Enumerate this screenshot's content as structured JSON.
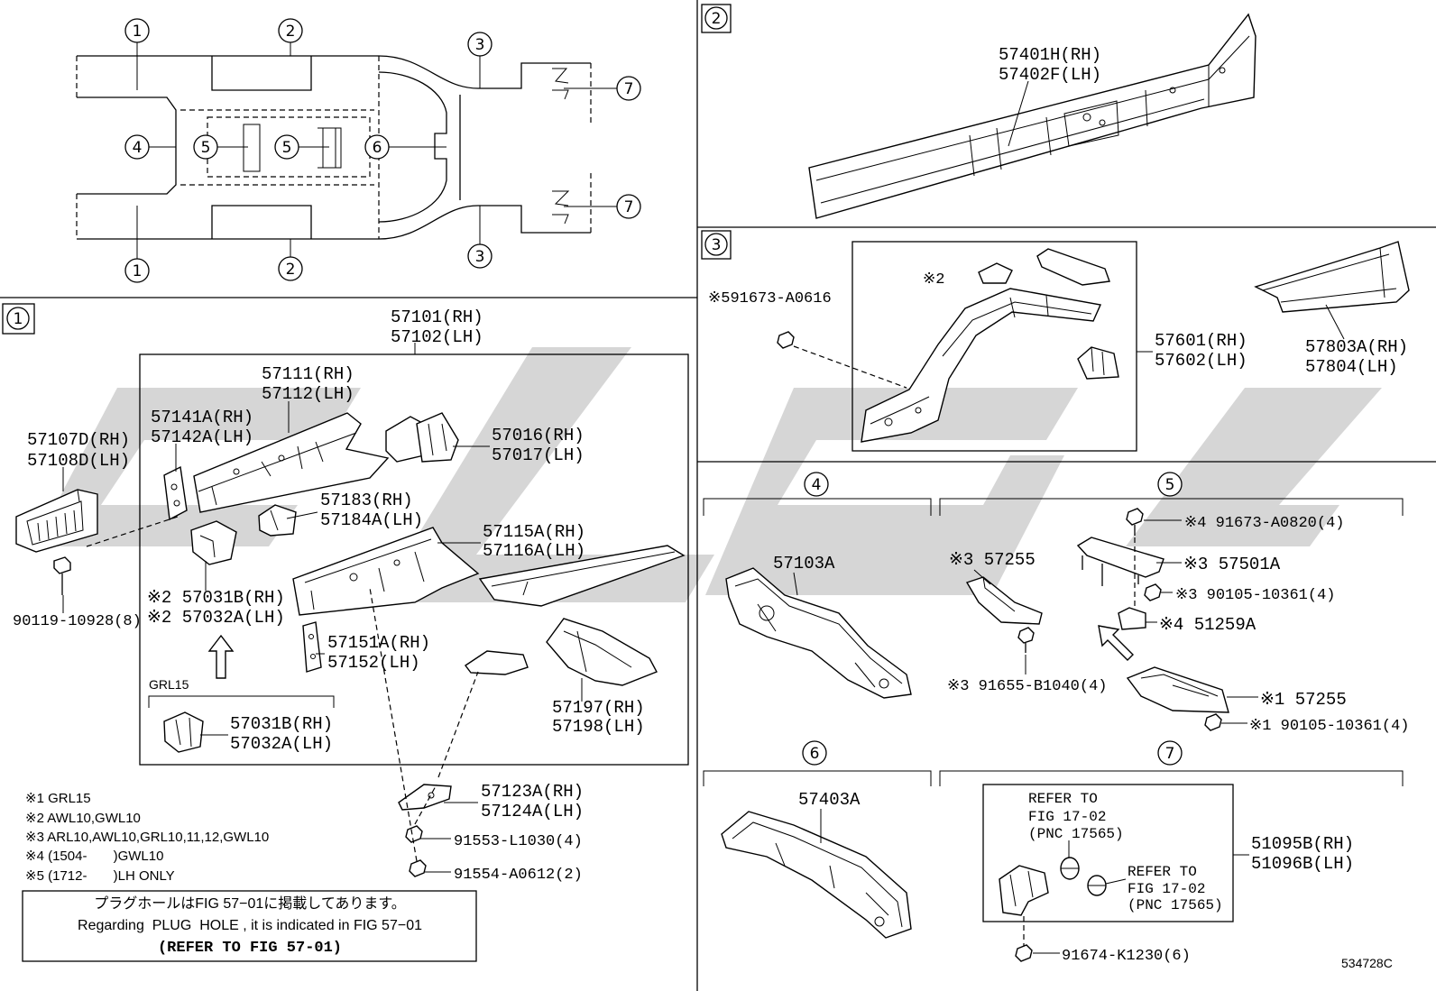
{
  "overview_callouts": [
    "1",
    "2",
    "3",
    "7",
    "4",
    "5",
    "5",
    "6",
    "7",
    "1",
    "2",
    "3"
  ],
  "panel_tags": {
    "p1": "1",
    "p2": "2",
    "p3": "3"
  },
  "section_tags": {
    "s4": "4",
    "s5": "5",
    "s6": "6",
    "s7": "7"
  },
  "panel1": {
    "p57101": [
      "57101(RH)",
      "57102(LH)"
    ],
    "p57111": [
      "57111(RH)",
      "57112(LH)"
    ],
    "p57141": [
      "57141A(RH)",
      "57142A(LH)"
    ],
    "p57107": [
      "57107D(RH)",
      "57108D(LH)"
    ],
    "p57016": [
      "57016(RH)",
      "57017(LH)"
    ],
    "p57183": [
      "57183(RH)",
      "57184A(LH)"
    ],
    "p57115": [
      "57115A(RH)",
      "57116A(LH)"
    ],
    "p57031": [
      "※2 57031B(RH)",
      "※2 57032A(LH)"
    ],
    "bolt90119": "90119-10928(8)",
    "p57151": [
      "57151A(RH)",
      "57152(LH)"
    ],
    "grl15": "GRL15",
    "p57031_grl": [
      "57031B(RH)",
      "57032A(LH)"
    ],
    "p57197": [
      "57197(RH)",
      "57198(LH)"
    ],
    "p57123": [
      "57123A(RH)",
      "57124A(LH)"
    ],
    "bolt91553": "91553-L1030(4)",
    "bolt91554": "91554-A0612(2)"
  },
  "notes": [
    "※1 GRL15",
    "※2 AWL10,GWL10",
    "※3 ARL10,AWL10,GRL10,11,12,GWL10",
    "※4 (1504-       )GWL10",
    "※5 (1712-       )LH ONLY"
  ],
  "plug_hole_box": [
    "プラグホールはFIG 57−01に掲載してあります。",
    "Regarding  PLUG  HOLE , it is indicated in FIG 57−01",
    "(REFER TO FIG 57-01)"
  ],
  "panel2": {
    "p57401": [
      "57401H(RH)",
      "57402F(LH)"
    ]
  },
  "panel3": {
    "bolt91673": "※591673-A0616",
    "note2": "※2",
    "p57601": [
      "57601(RH)",
      "57602(LH)"
    ],
    "p57803": [
      "57803A(RH)",
      "57804(LH)"
    ]
  },
  "section4": {
    "p57103": "57103A"
  },
  "section5": {
    "bolt91673": "※4 91673-A0820(4)",
    "p57255_upper": "※3 57255",
    "p57501": "※3 57501A",
    "bolt90105_3": "※3 90105-10361(4)",
    "p51259": "※4 51259A",
    "bolt91655": "※3 91655-B1040(4)",
    "p57255_lower": "※1 57255",
    "bolt90105_1": "※1 90105-10361(4)"
  },
  "section6": {
    "p57403": "57403A"
  },
  "section7": {
    "refer1": [
      "REFER TO",
      "FIG 17-02",
      "(PNC 17565)"
    ],
    "refer2": [
      "REFER TO",
      "FIG 17-02",
      "(PNC 17565)"
    ],
    "p51095": [
      "51095B(RH)",
      "51096B(LH)"
    ],
    "bolt91674": "91674-K1230(6)"
  },
  "figure_id": "534728C"
}
